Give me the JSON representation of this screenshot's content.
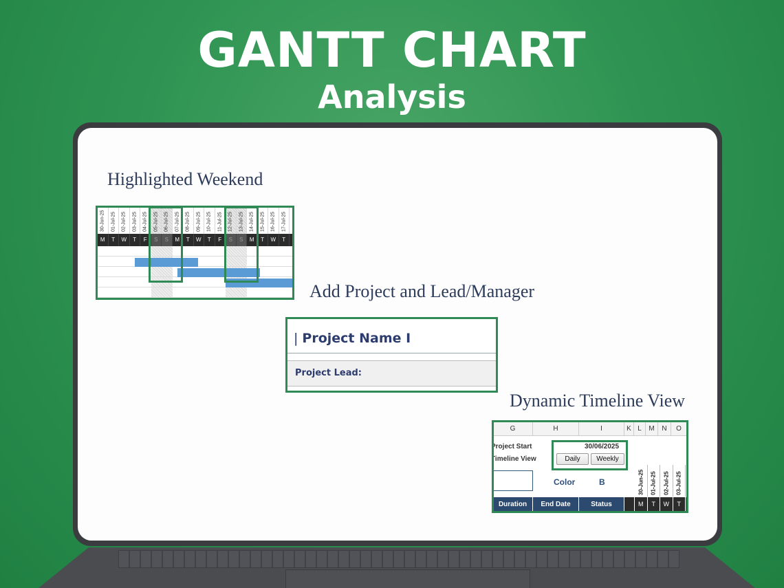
{
  "hero": {
    "title": "GANTT CHART",
    "subtitle": "Analysis"
  },
  "sections": {
    "weekend": "Highlighted Weekend",
    "project": "Add Project and Lead/Manager",
    "timeline": "Dynamic Timeline View"
  },
  "weekend_grid": {
    "dates": [
      "30-Jun-25",
      "01-Jul-25",
      "02-Jul-25",
      "03-Jul-25",
      "04-Jul-25",
      "05-Jul-25",
      "06-Jul-25",
      "07-Jul-25",
      "08-Jul-25",
      "09-Jul-25",
      "10-Jul-25",
      "11-Jul-25",
      "12-Jul-25",
      "13-Jul-25",
      "14-Jul-25",
      "15-Jul-25",
      "16-Jul-25",
      "17-Jul-25"
    ],
    "days": [
      "M",
      "T",
      "W",
      "T",
      "F",
      "S",
      "S",
      "M",
      "T",
      "W",
      "T",
      "F",
      "S",
      "S",
      "M",
      "T",
      "W",
      "T"
    ],
    "weekend_indexes": [
      5,
      6,
      12,
      13
    ],
    "bar_color": "#5b9bd5"
  },
  "project": {
    "name": "Project Name I",
    "cursor": "|",
    "lead_label": "Project Lead:"
  },
  "timeline": {
    "columns": [
      "G",
      "H",
      "I",
      "K",
      "L",
      "M",
      "N",
      "O"
    ],
    "project_start_label": "Project Start",
    "project_start_value": "30/06/2025",
    "timeline_view_label": "Timeline View",
    "daily_button": "Daily",
    "weekly_button": "Weekly",
    "color_label": "Color",
    "color_value": "B",
    "headers": [
      "Duration",
      "End Date",
      "Status"
    ],
    "dates": [
      "30-Jun-25",
      "01-Jul-25",
      "02-Jul-25",
      "03-Jul-25"
    ],
    "days": [
      "M",
      "T",
      "W",
      "T"
    ],
    "header_color": "#2c4a6f"
  },
  "colors": {
    "accent_green": "#2f8a56",
    "text_navy": "#2d3c6e"
  }
}
